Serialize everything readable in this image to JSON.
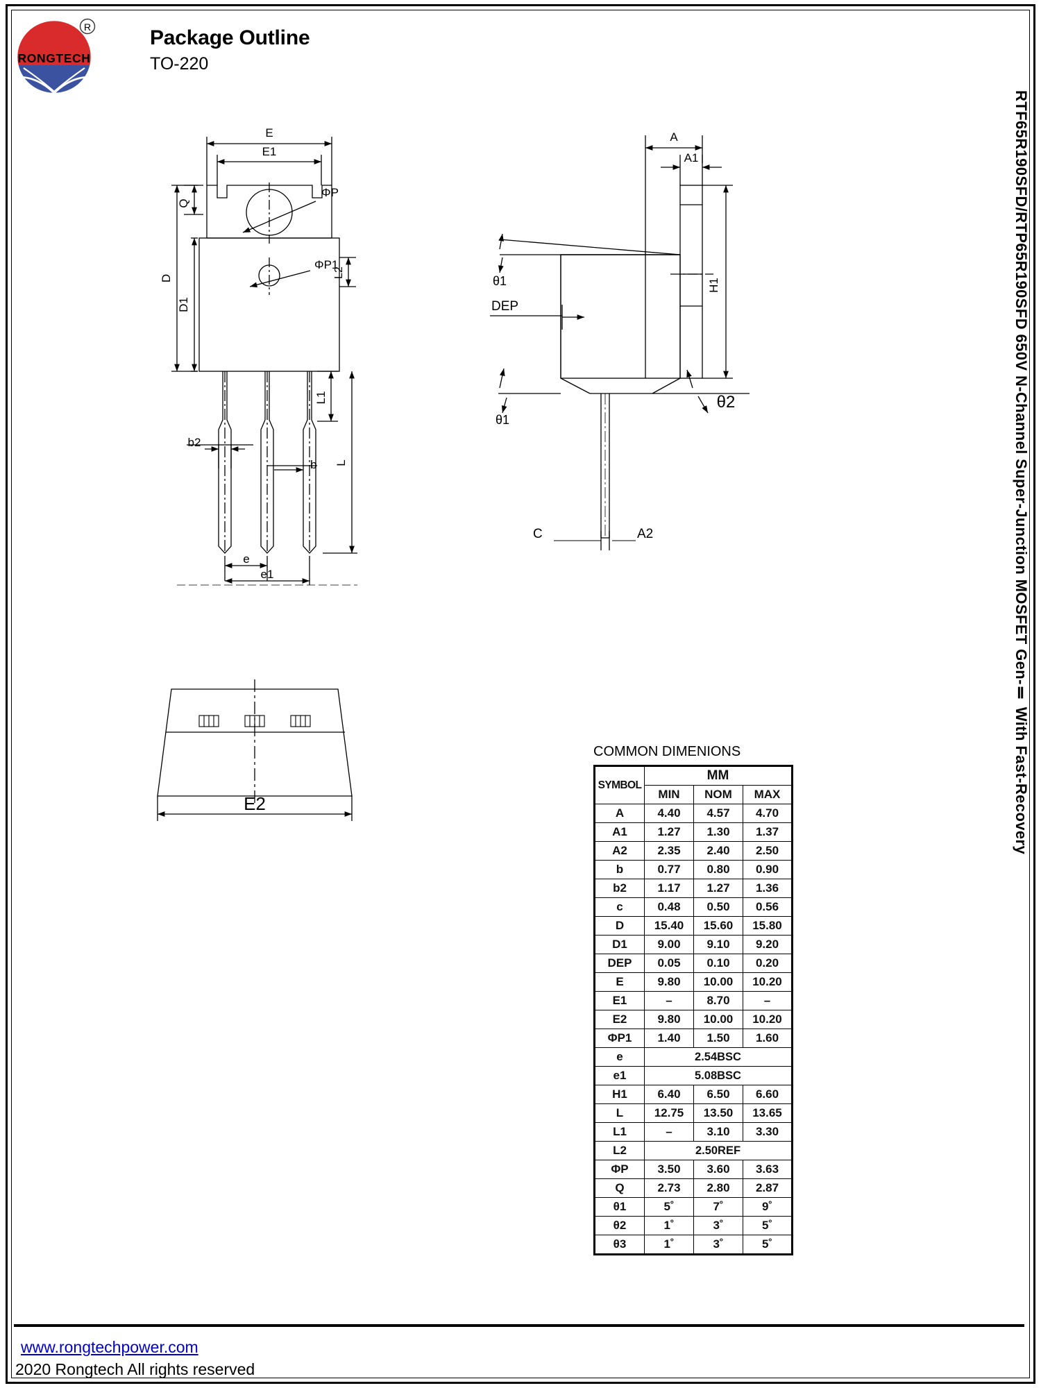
{
  "header": {
    "title": "Package Outline",
    "subtitle": "TO-220",
    "logo_text": "RONGTECH",
    "logo_registered": "®"
  },
  "side_title": "RTF65R190SFD/RTP65R190SFD 650V N-Channel Super-Junction MOSFET Gen-Ⅱ With Fast-Recovery",
  "drawings": {
    "front_view": {
      "labels": [
        "E",
        "E1",
        "Q",
        "ΦP",
        "D",
        "ΦP1",
        "L2",
        "D1",
        "L1",
        "b2",
        "b",
        "L",
        "e",
        "e1"
      ]
    },
    "side_view": {
      "labels": [
        "A",
        "A1",
        "H1",
        "θ1",
        "DEP",
        "θ2",
        "C",
        "A2"
      ]
    },
    "bottom_view": {
      "labels": [
        "E2"
      ]
    }
  },
  "table": {
    "caption": "COMMON DIMENIONS",
    "unit_header": "MM",
    "symbol_header": "SYMBOL",
    "columns": [
      "MIN",
      "NOM",
      "MAX"
    ],
    "rows": [
      {
        "symbol": "A",
        "min": "4.40",
        "nom": "4.57",
        "max": "4.70"
      },
      {
        "symbol": "A1",
        "min": "1.27",
        "nom": "1.30",
        "max": "1.37"
      },
      {
        "symbol": "A2",
        "min": "2.35",
        "nom": "2.40",
        "max": "2.50"
      },
      {
        "symbol": "b",
        "min": "0.77",
        "nom": "0.80",
        "max": "0.90"
      },
      {
        "symbol": "b2",
        "min": "1.17",
        "nom": "1.27",
        "max": "1.36"
      },
      {
        "symbol": "c",
        "min": "0.48",
        "nom": "0.50",
        "max": "0.56"
      },
      {
        "symbol": "D",
        "min": "15.40",
        "nom": "15.60",
        "max": "15.80"
      },
      {
        "symbol": "D1",
        "min": "9.00",
        "nom": "9.10",
        "max": "9.20"
      },
      {
        "symbol": "DEP",
        "min": "0.05",
        "nom": "0.10",
        "max": "0.20"
      },
      {
        "symbol": "E",
        "min": "9.80",
        "nom": "10.00",
        "max": "10.20"
      },
      {
        "symbol": "E1",
        "min": "–",
        "nom": "8.70",
        "max": "–"
      },
      {
        "symbol": "E2",
        "min": "9.80",
        "nom": "10.00",
        "max": "10.20"
      },
      {
        "symbol": "ΦP1",
        "min": "1.40",
        "nom": "1.50",
        "max": "1.60"
      },
      {
        "symbol": "e",
        "span": "2.54BSC"
      },
      {
        "symbol": "e1",
        "span": "5.08BSC"
      },
      {
        "symbol": "H1",
        "min": "6.40",
        "nom": "6.50",
        "max": "6.60"
      },
      {
        "symbol": "L",
        "min": "12.75",
        "nom": "13.50",
        "max": "13.65"
      },
      {
        "symbol": "L1",
        "min": "–",
        "nom": "3.10",
        "max": "3.30"
      },
      {
        "symbol": "L2",
        "span": "2.50REF"
      },
      {
        "symbol": "ΦP",
        "min": "3.50",
        "nom": "3.60",
        "max": "3.63"
      },
      {
        "symbol": "Q",
        "min": "2.73",
        "nom": "2.80",
        "max": "2.87"
      },
      {
        "symbol": "θ1",
        "min": "5˚",
        "nom": "7˚",
        "max": "9˚"
      },
      {
        "symbol": "θ2",
        "min": "1˚",
        "nom": "3˚",
        "max": "5˚"
      },
      {
        "symbol": "θ3",
        "min": "1˚",
        "nom": "3˚",
        "max": "5˚"
      }
    ]
  },
  "footer": {
    "url": "www.rongtechpower.com",
    "copyright": "2020 Rongtech All rights reserved"
  },
  "colors": {
    "logo_red": "#d92b2b",
    "logo_blue": "#3a52a0",
    "link": "#0000d0",
    "line": "#000000"
  }
}
